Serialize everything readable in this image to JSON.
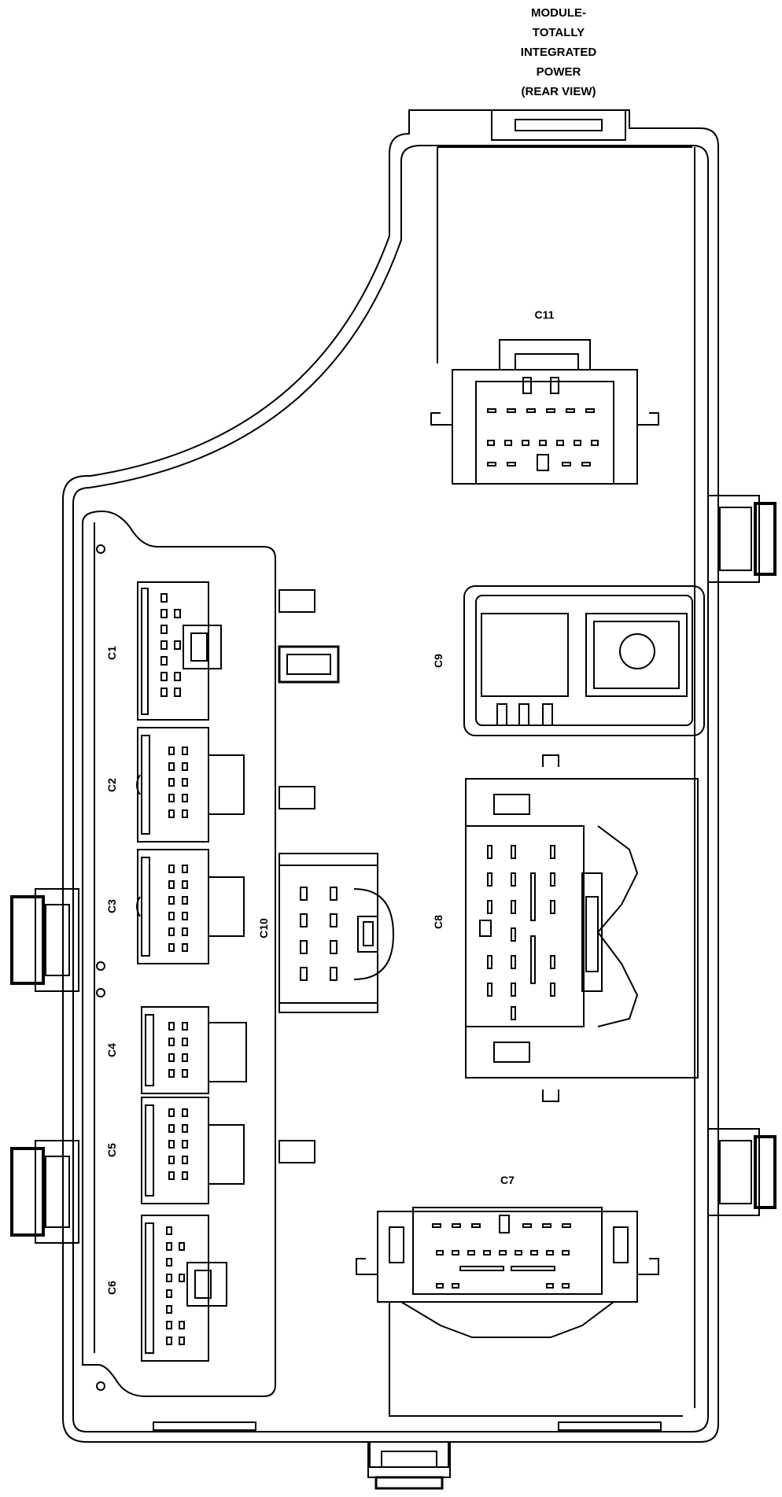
{
  "title": {
    "lines": [
      "MODULE-",
      "TOTALLY",
      "INTEGRATED",
      "POWER",
      "(REAR VIEW)"
    ]
  },
  "connectors": {
    "c1": "C1",
    "c2": "C2",
    "c3": "C3",
    "c4": "C4",
    "c5": "C5",
    "c6": "C6",
    "c7": "C7",
    "c8": "C8",
    "c9": "C9",
    "c10": "C10",
    "c11": "C11"
  },
  "colors": {
    "line": "#000000",
    "background": "#ffffff"
  }
}
